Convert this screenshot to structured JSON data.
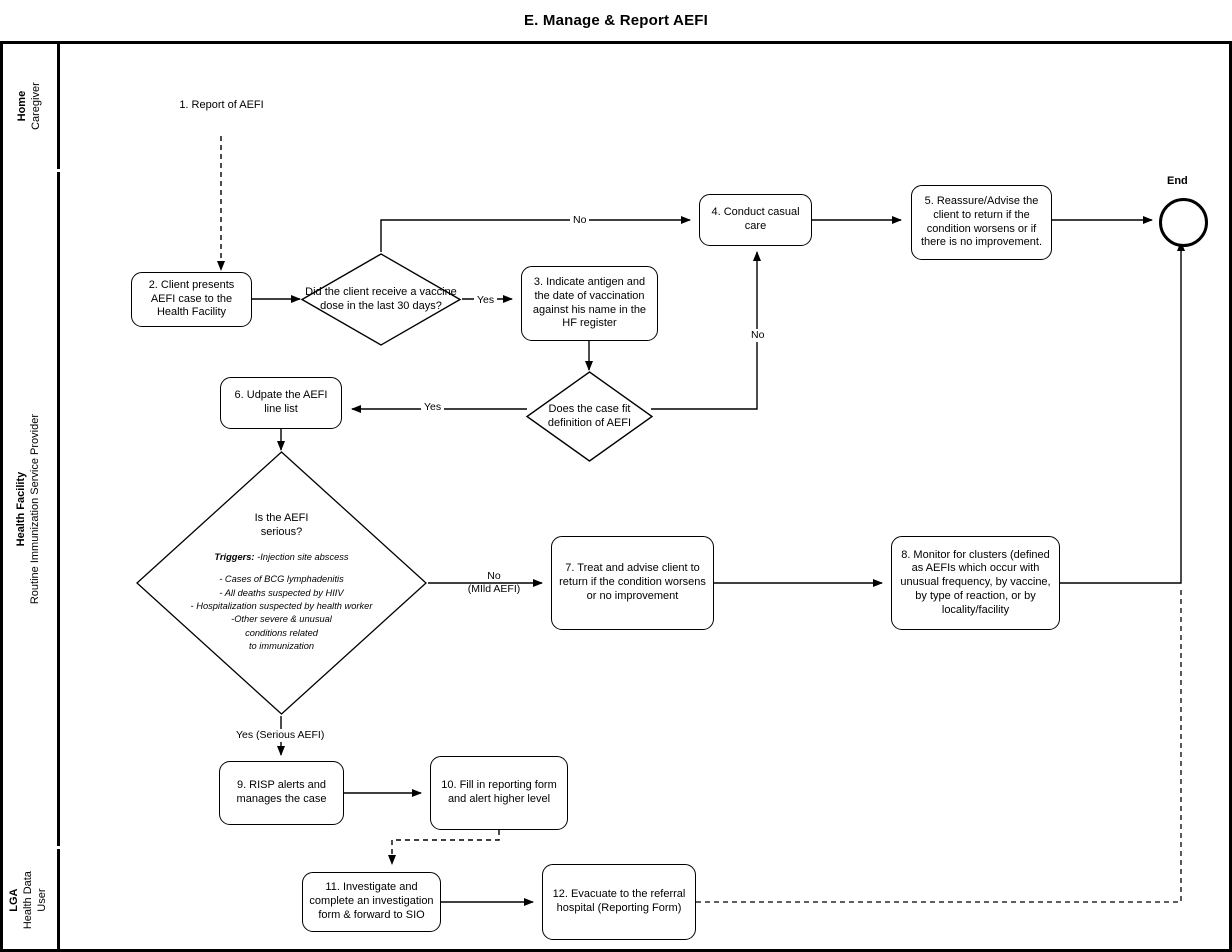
{
  "title": "E. Manage & Report AEFI",
  "lanes": [
    {
      "id": "home",
      "role": "Home",
      "actor": "Caregiver"
    },
    {
      "id": "health-facility",
      "role": "Health Facility",
      "actor": "Routine Immunization Service Provider"
    },
    {
      "id": "lga",
      "role": "LGA",
      "actor": "Health Data\nUser",
      "actor_line1": "Health Data",
      "actor_line2": "User"
    }
  ],
  "nodes": {
    "start": {
      "label": "",
      "type": "start-event"
    },
    "n1": {
      "label": "1. Report of AEFI",
      "type": "task"
    },
    "n2": {
      "label": "2. Client presents AEFI case to the Health Facility",
      "type": "task"
    },
    "d1": {
      "label": "Did the client receive a vaccine dose in the last 30 days?",
      "type": "gateway"
    },
    "n3": {
      "label": "3. Indicate antigen and the date of vaccination against his name in the HF register",
      "type": "task"
    },
    "n4": {
      "label": "4. Conduct casual care",
      "type": "task"
    },
    "n5": {
      "label": "5. Reassure/Advise  the client to return if the condition worsens or if there is no improvement.",
      "type": "task"
    },
    "d2": {
      "label": "Does the case fit definition of AEFI",
      "type": "gateway"
    },
    "n6": {
      "label": "6. Udpate the AEFI line list",
      "type": "task"
    },
    "d3": {
      "type": "gateway",
      "question_line1": "Is the AEFI",
      "question_line2": "serious?",
      "triggers_label": "Triggers:",
      "triggers_first": " -Injection site abscess",
      "triggers": [
        "- Cases of BCG lymphadenitis",
        "- All deaths suspected by HIIV",
        "- Hospitalization suspected by health worker",
        "-Other severe & unusual",
        "conditions related",
        "to immunization"
      ]
    },
    "n7": {
      "label": "7. Treat and advise client to return if the condition worsens or no improvement",
      "type": "task"
    },
    "n8": {
      "label": "8. Monitor for clusters (defined as AEFIs which occur with unusual frequency, by vaccine, by type of reaction, or by locality/facility",
      "type": "task"
    },
    "n9": {
      "label": "9. RISP alerts and manages the case",
      "type": "task"
    },
    "n10": {
      "label": "10. Fill in reporting form and alert higher level",
      "type": "task"
    },
    "n11": {
      "label": "11. Investigate and complete an investigation form & forward to SIO",
      "type": "task"
    },
    "n12": {
      "label": "12. Evacuate to the referral hospital (Reporting Form)",
      "type": "task"
    },
    "end": {
      "label": "End",
      "type": "end-event"
    }
  },
  "edge_labels": {
    "d1_no": "No",
    "d1_yes": "Yes",
    "d2_yes": "Yes",
    "d2_no": "No",
    "d3_no_line1": "No",
    "d3_no_line2": "(MIld AEFI)",
    "d3_yes": "Yes (Serious AEFI)"
  },
  "colors": {
    "stroke": "#000000",
    "background": "#ffffff",
    "lane_home_fill": "#000000",
    "text": "#000000"
  }
}
